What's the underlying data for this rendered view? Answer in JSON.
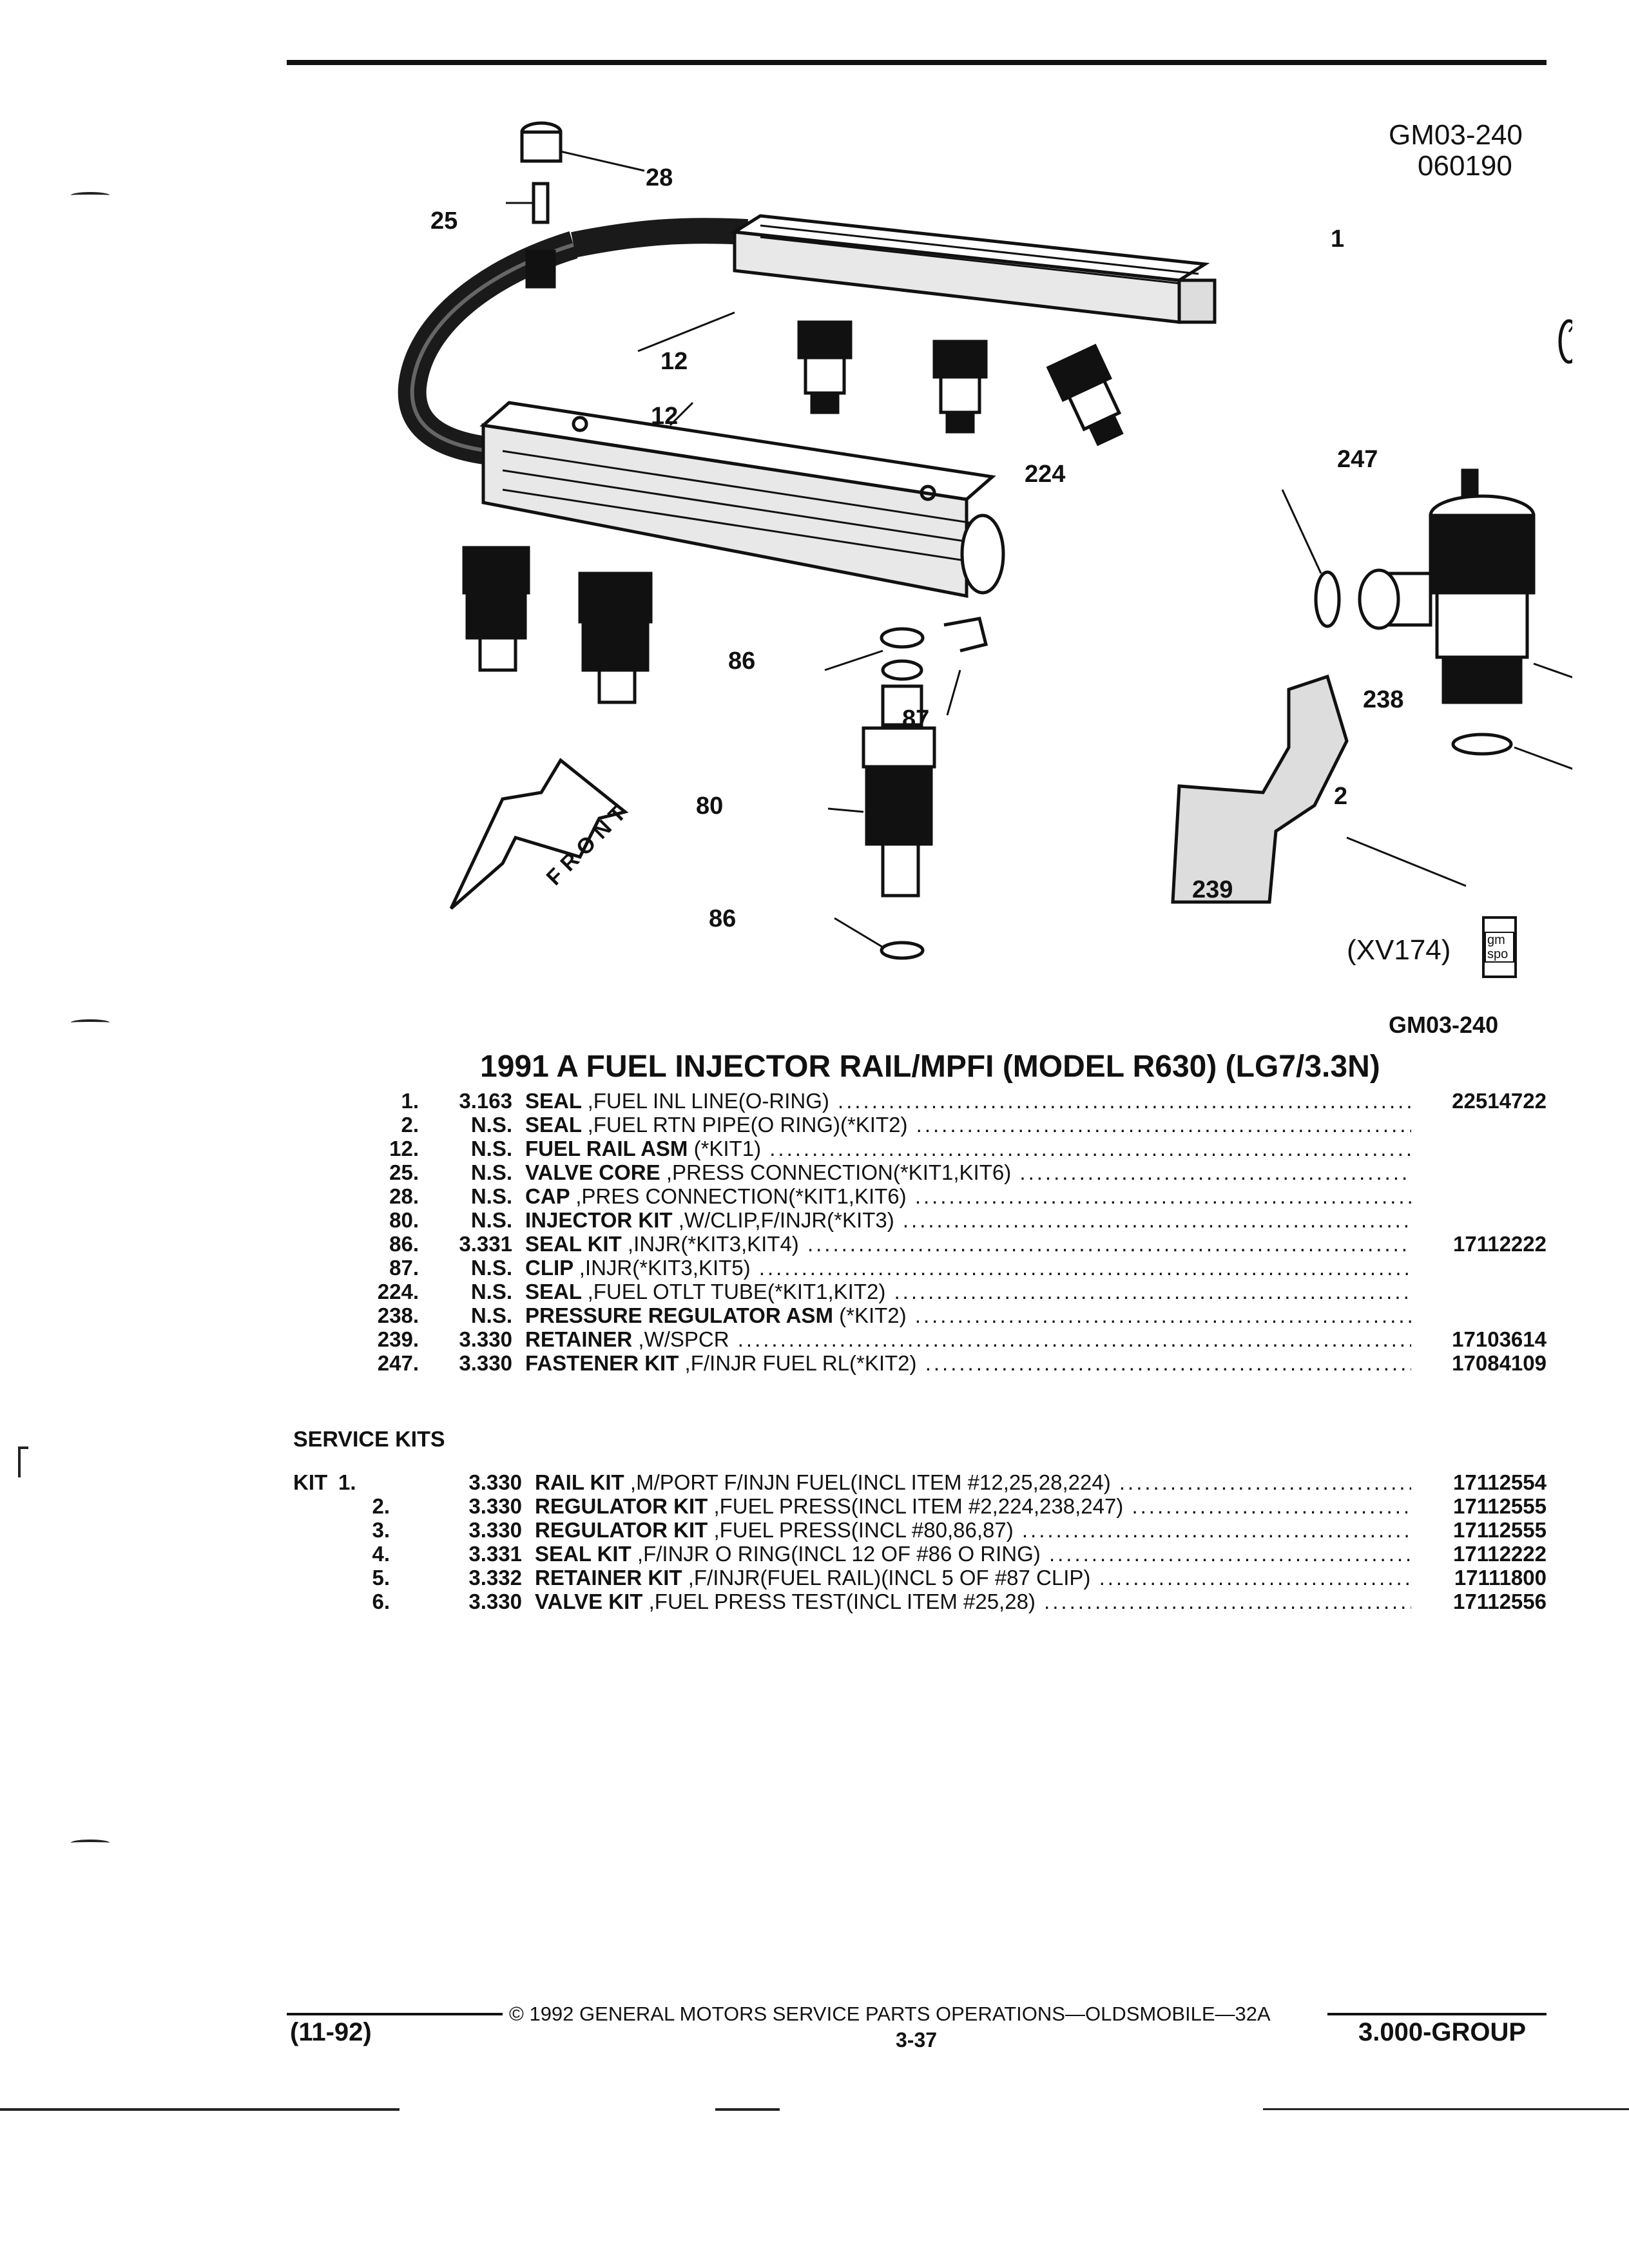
{
  "header": {
    "figure_code": "GM03-240",
    "figure_date": "060190"
  },
  "diagram": {
    "callouts": [
      "28",
      "25",
      "12",
      "12",
      "1",
      "224",
      "247",
      "86",
      "87",
      "238",
      "2",
      "80",
      "239",
      "86"
    ],
    "front_label": "FRONT",
    "code": "(XV174)",
    "logo_text": "gm spo",
    "figure_code": "GM03-240"
  },
  "title": "1991 A FUEL INJECTOR RAIL/MPFI (MODEL R630) (LG7/3.3N)",
  "parts": [
    {
      "item": "1.",
      "code": "3.163",
      "name": "SEAL",
      "desc": ",FUEL INL LINE(O-RING)",
      "part_no": "22514722"
    },
    {
      "item": "2.",
      "code": "N.S.",
      "name": "SEAL",
      "desc": ",FUEL RTN PIPE(O RING)(*KIT2)",
      "part_no": ""
    },
    {
      "item": "12.",
      "code": "N.S.",
      "name": "FUEL RAIL ASM",
      "desc": "(*KIT1)",
      "part_no": ""
    },
    {
      "item": "25.",
      "code": "N.S.",
      "name": "VALVE CORE",
      "desc": ",PRESS CONNECTION(*KIT1,KIT6)",
      "part_no": ""
    },
    {
      "item": "28.",
      "code": "N.S.",
      "name": "CAP",
      "desc": ",PRES CONNECTION(*KIT1,KIT6)",
      "part_no": ""
    },
    {
      "item": "80.",
      "code": "N.S.",
      "name": "INJECTOR KIT",
      "desc": ",W/CLIP,F/INJR(*KIT3)",
      "part_no": ""
    },
    {
      "item": "86.",
      "code": "3.331",
      "name": "SEAL KIT",
      "desc": ",INJR(*KIT3,KIT4)",
      "part_no": "17112222"
    },
    {
      "item": "87.",
      "code": "N.S.",
      "name": "CLIP",
      "desc": ",INJR(*KIT3,KIT5)",
      "part_no": ""
    },
    {
      "item": "224.",
      "code": "N.S.",
      "name": "SEAL",
      "desc": ",FUEL OTLT TUBE(*KIT1,KIT2)",
      "part_no": ""
    },
    {
      "item": "238.",
      "code": "N.S.",
      "name": "PRESSURE REGULATOR ASM",
      "desc": "(*KIT2)",
      "part_no": ""
    },
    {
      "item": "239.",
      "code": "3.330",
      "name": "RETAINER",
      "desc": ",W/SPCR",
      "part_no": "17103614"
    },
    {
      "item": "247.",
      "code": "3.330",
      "name": "FASTENER KIT",
      "desc": ",F/INJR FUEL RL(*KIT2)",
      "part_no": "17084109"
    }
  ],
  "service_kits_heading": "SERVICE KITS",
  "kits": [
    {
      "prefix": "KIT",
      "item": "1.",
      "code": "3.330",
      "name": "RAIL KIT",
      "desc": ",M/PORT F/INJN FUEL(INCL ITEM #12,25,28,224)",
      "part_no": "17112554"
    },
    {
      "prefix": "",
      "item": "2.",
      "code": "3.330",
      "name": "REGULATOR KIT",
      "desc": ",FUEL PRESS(INCL ITEM #2,224,238,247)",
      "part_no": "17112555"
    },
    {
      "prefix": "",
      "item": "3.",
      "code": "3.330",
      "name": "REGULATOR KIT",
      "desc": ",FUEL PRESS(INCL #80,86,87)",
      "part_no": "17112555"
    },
    {
      "prefix": "",
      "item": "4.",
      "code": "3.331",
      "name": "SEAL KIT",
      "desc": ",F/INJR O RING(INCL 12 OF #86 O RING)",
      "part_no": "17112222"
    },
    {
      "prefix": "",
      "item": "5.",
      "code": "3.332",
      "name": "RETAINER KIT",
      "desc": ",F/INJR(FUEL RAIL)(INCL 5 OF #87 CLIP)",
      "part_no": "17111800"
    },
    {
      "prefix": "",
      "item": "6.",
      "code": "3.330",
      "name": "VALVE KIT",
      "desc": ",FUEL PRESS TEST(INCL ITEM #25,28)",
      "part_no": "17112556"
    }
  ],
  "footer": {
    "copyright": "© 1992 GENERAL MOTORS SERVICE PARTS OPERATIONS—OLDSMOBILE—32A",
    "page": "3-37",
    "date": "(11-92)",
    "group": "3.000-GROUP"
  }
}
